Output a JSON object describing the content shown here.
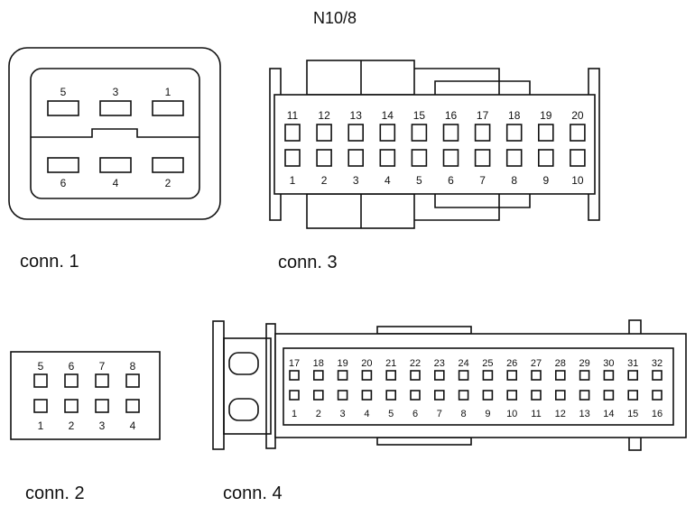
{
  "title": "N10/8",
  "connectors": {
    "conn1": {
      "caption": "conn. 1",
      "top_pins": [
        "5",
        "3",
        "1"
      ],
      "bottom_pins": [
        "6",
        "4",
        "2"
      ]
    },
    "conn2": {
      "caption": "conn. 2",
      "top_pins": [
        "5",
        "6",
        "7",
        "8"
      ],
      "bottom_pins": [
        "1",
        "2",
        "3",
        "4"
      ]
    },
    "conn3": {
      "caption": "conn. 3",
      "top_pins": [
        "11",
        "12",
        "13",
        "14",
        "15",
        "16",
        "17",
        "18",
        "19",
        "20"
      ],
      "bottom_pins": [
        "1",
        "2",
        "3",
        "4",
        "5",
        "6",
        "7",
        "8",
        "9",
        "10"
      ]
    },
    "conn4": {
      "caption": "conn. 4",
      "top_pins": [
        "17",
        "18",
        "19",
        "20",
        "21",
        "22",
        "23",
        "24",
        "25",
        "26",
        "27",
        "28",
        "29",
        "30",
        "31",
        "32"
      ],
      "bottom_pins": [
        "1",
        "2",
        "3",
        "4",
        "5",
        "6",
        "7",
        "8",
        "9",
        "10",
        "11",
        "12",
        "13",
        "14",
        "15",
        "16"
      ]
    }
  }
}
